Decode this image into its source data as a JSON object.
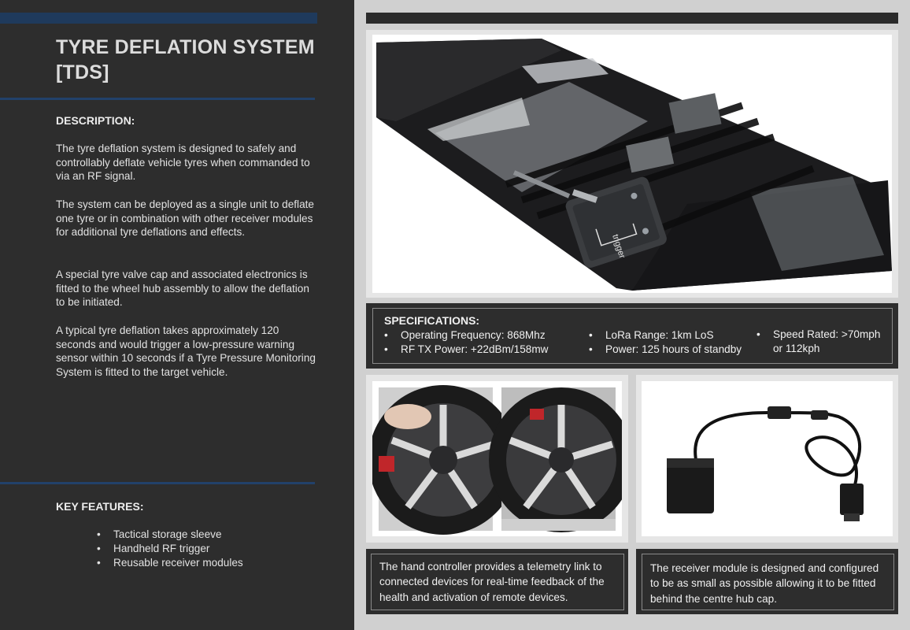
{
  "title": "TYRE DEFLATION SYSTEM [TDS]",
  "description": {
    "heading": "DESCRIPTION:",
    "paragraphs": [
      "The tyre deflation system is designed to safely and controllably deflate vehicle tyres when commanded to via an RF signal.",
      "The system can be deployed as a single unit to deflate one tyre or in combination with other receiver modules for additional tyre deflations and effects.",
      "A special tyre valve cap and associated electronics is fitted to the wheel hub assembly to allow the deflation to be initiated.",
      "A typical tyre deflation takes approximately 120 seconds and would trigger a low-pressure warning sensor within 10 seconds if a Tyre Pressure Monitoring System is fitted to the target vehicle."
    ]
  },
  "key_features": {
    "heading": "KEY FEATURES:",
    "items": [
      "Tactical storage sleeve",
      "Handheld RF trigger",
      "Reusable receiver modules"
    ]
  },
  "specifications": {
    "heading": "SPECIFICATIONS:",
    "col1": [
      "Operating Frequency: 868Mhz",
      "RF TX Power: +22dBm/158mw"
    ],
    "col2": [
      "LoRa Range: 1km LoS",
      "Power: 125 hours of standby"
    ],
    "col3": [
      "Speed Rated: >70mph or 112kph"
    ]
  },
  "captions": {
    "controller": "The hand controller provides a telemetry link to connected devices for real-time feedback of the health and activation of remote devices.",
    "receiver": "The receiver module is designed and configured to be as small as possible allowing it to be fitted behind the centre hub cap."
  },
  "images": {
    "sleeve_label": "trigger"
  }
}
